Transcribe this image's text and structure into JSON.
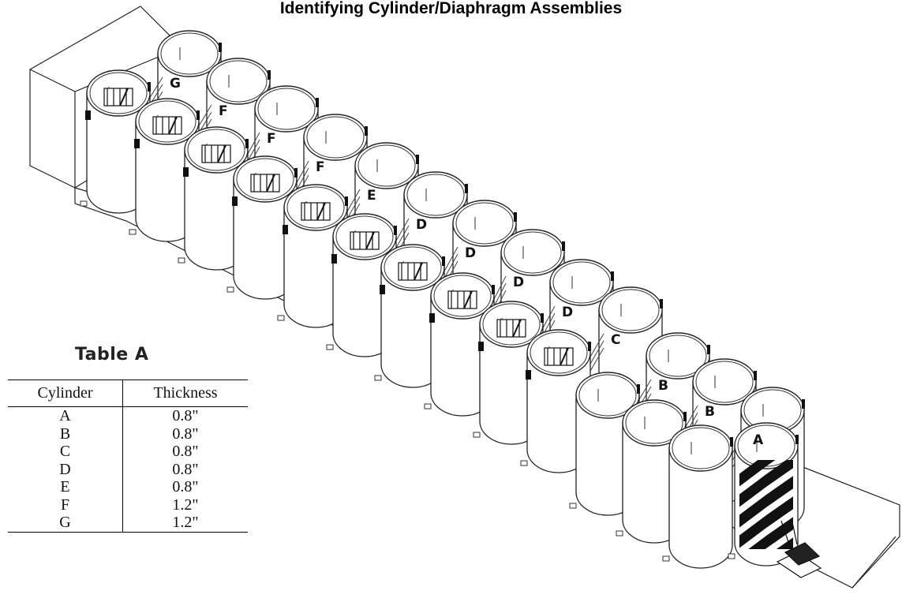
{
  "title": "Identifying Cylinder/Diaphragm Assemblies",
  "table": {
    "heading": "Table A",
    "headers": [
      "Cylinder",
      "Thickness"
    ],
    "rows": [
      {
        "cylinder": "A",
        "thickness": "0.8\""
      },
      {
        "cylinder": "B",
        "thickness": "0.8\""
      },
      {
        "cylinder": "C",
        "thickness": "0.8\""
      },
      {
        "cylinder": "D",
        "thickness": "0.8\""
      },
      {
        "cylinder": "E",
        "thickness": "0.8\""
      },
      {
        "cylinder": "F",
        "thickness": "1.2\""
      },
      {
        "cylinder": "G",
        "thickness": "1.2\""
      }
    ]
  },
  "diagram": {
    "back_letters": [
      "G",
      "F",
      "F",
      "F",
      "E",
      "D",
      "D",
      "D",
      "D",
      "C",
      "B",
      "B",
      "A"
    ]
  }
}
